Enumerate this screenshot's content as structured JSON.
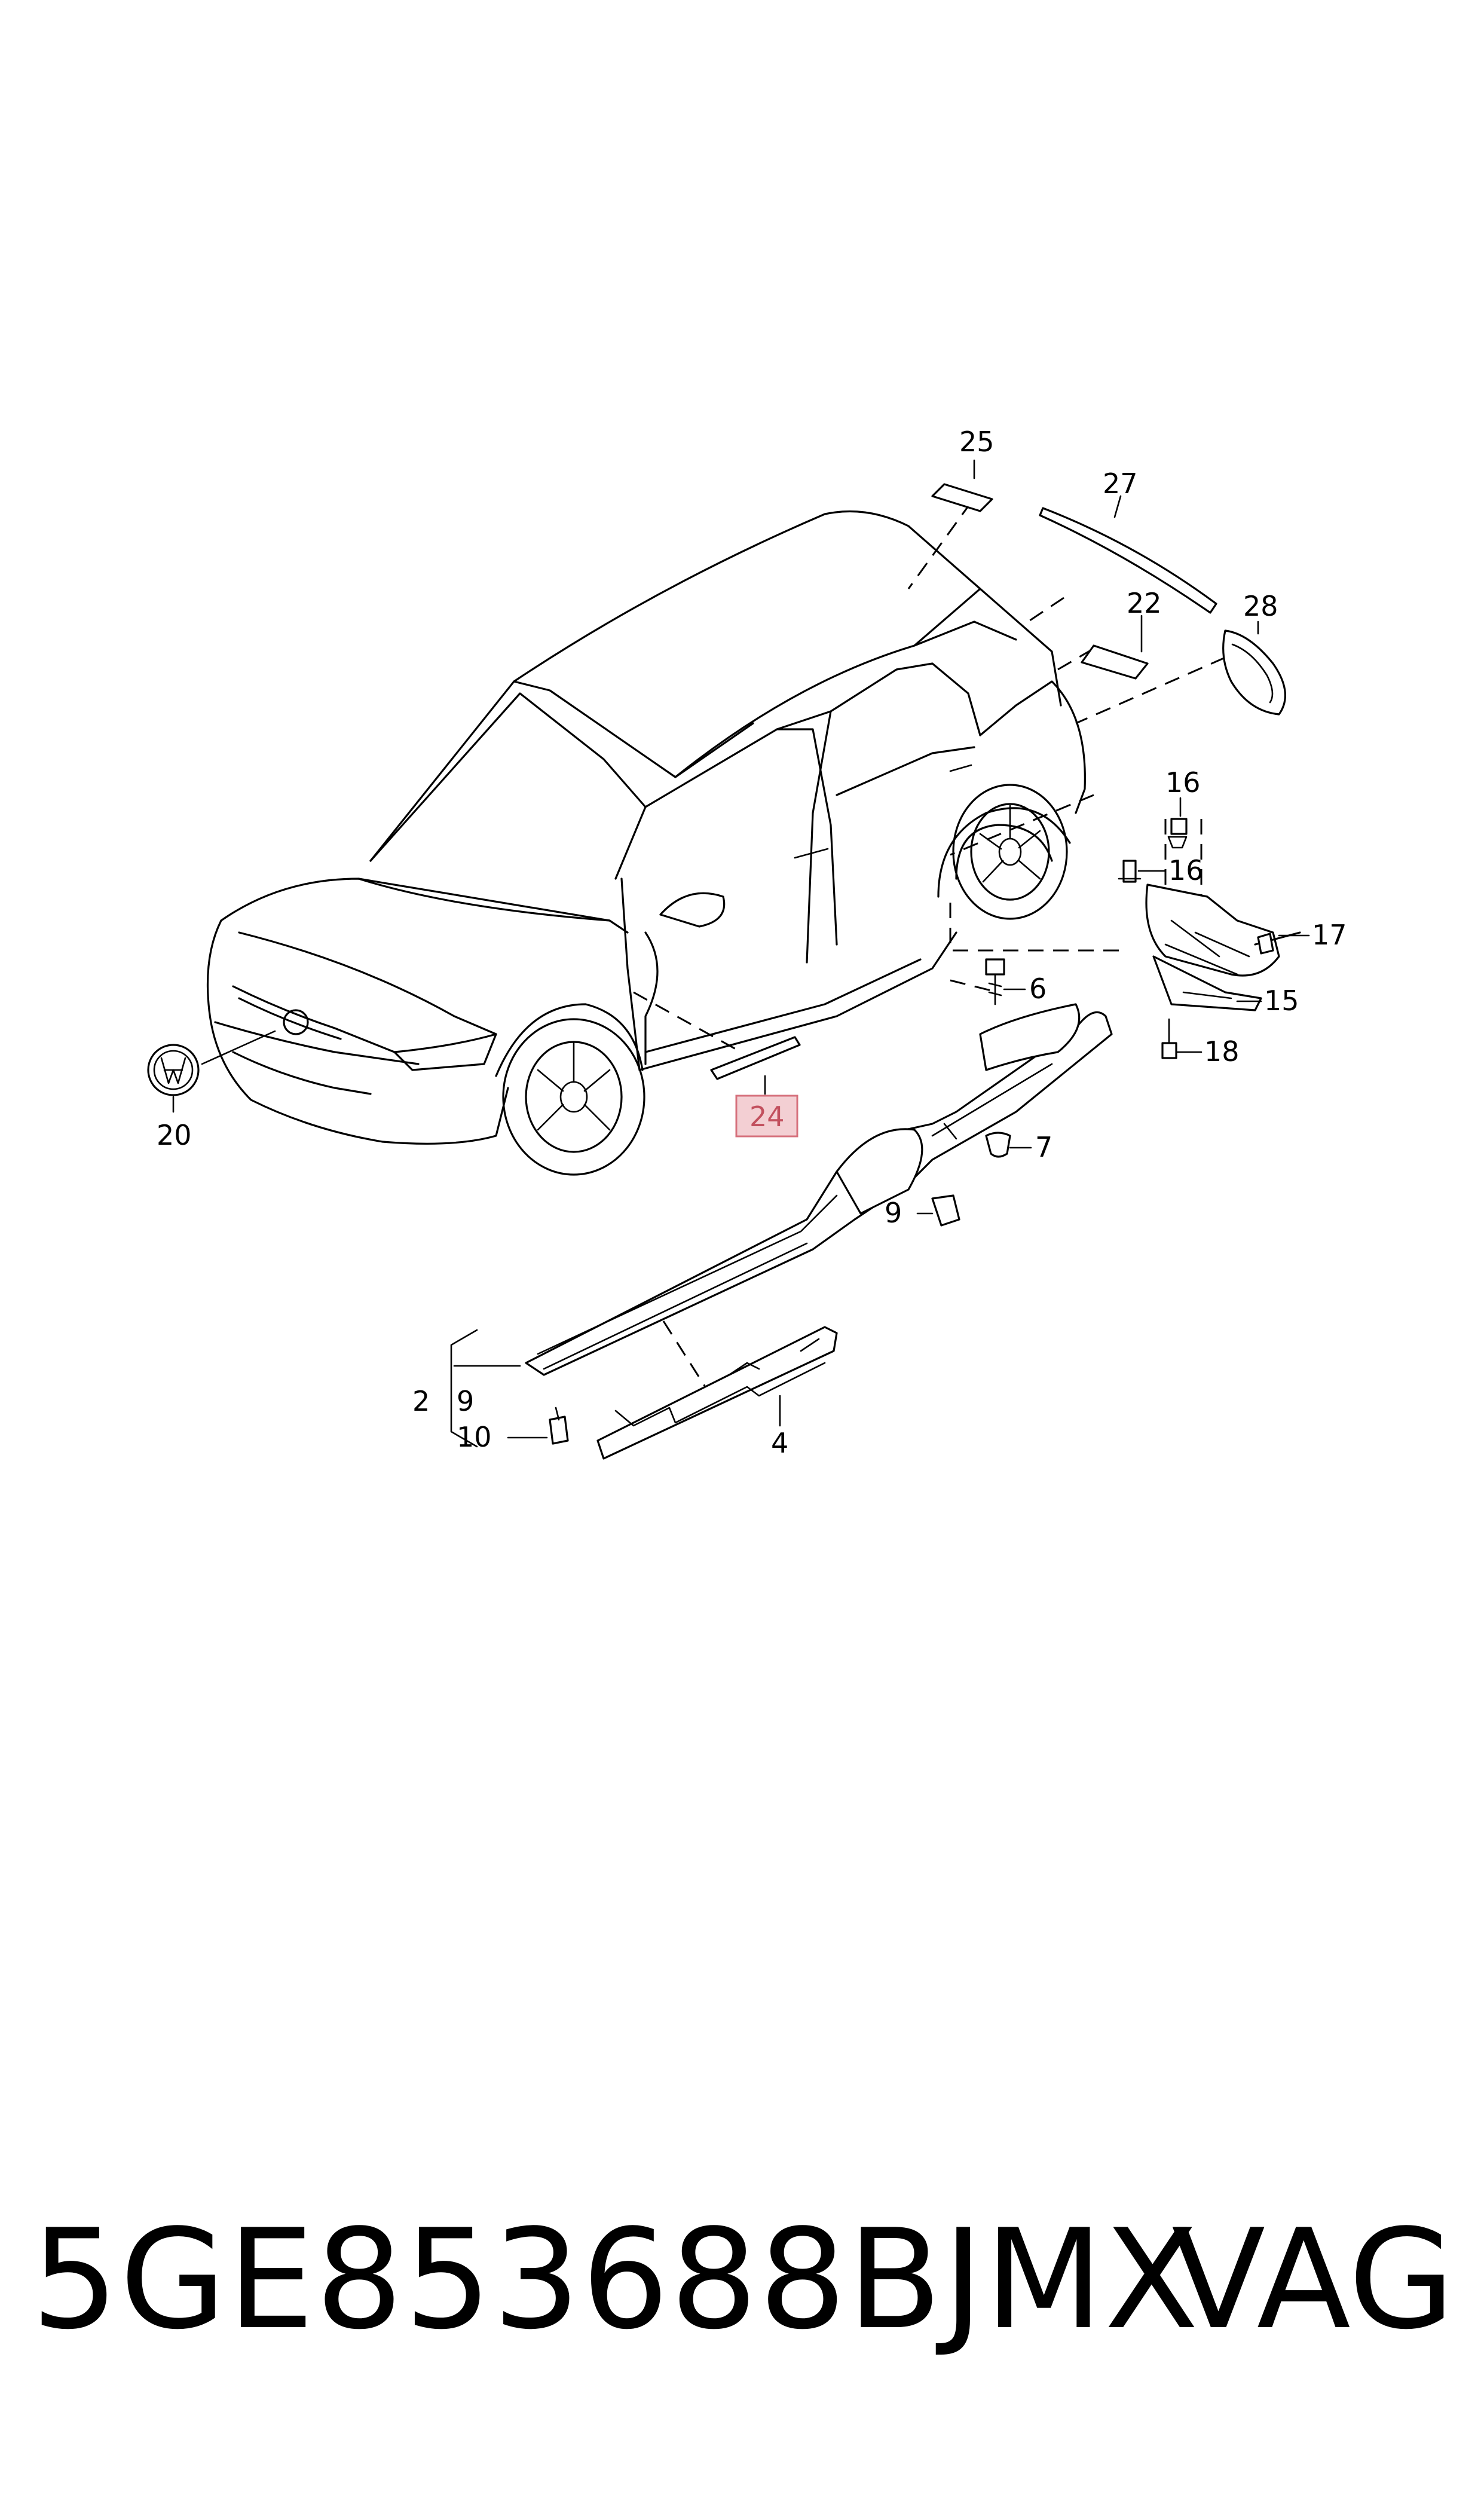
{
  "diagram": {
    "labels": {
      "p25": "25",
      "p27": "27",
      "p22": "22",
      "p28": "28",
      "p16a": "16",
      "p16b": "16",
      "p17": "17",
      "p15": "15",
      "p18": "18",
      "p6": "6",
      "p7": "7",
      "p9a": "9",
      "p24": "24",
      "p20": "20",
      "p2": "2",
      "p9b": "9",
      "p10": "10",
      "p4": "4"
    },
    "highlighted": "24",
    "colors": {
      "highlight_fill": "#f3cfd3",
      "highlight_stroke": "#d6707c",
      "highlight_text": "#c2505e"
    }
  },
  "footer": {
    "part_number": "5GE853688BJMX",
    "brand": "VAG"
  }
}
